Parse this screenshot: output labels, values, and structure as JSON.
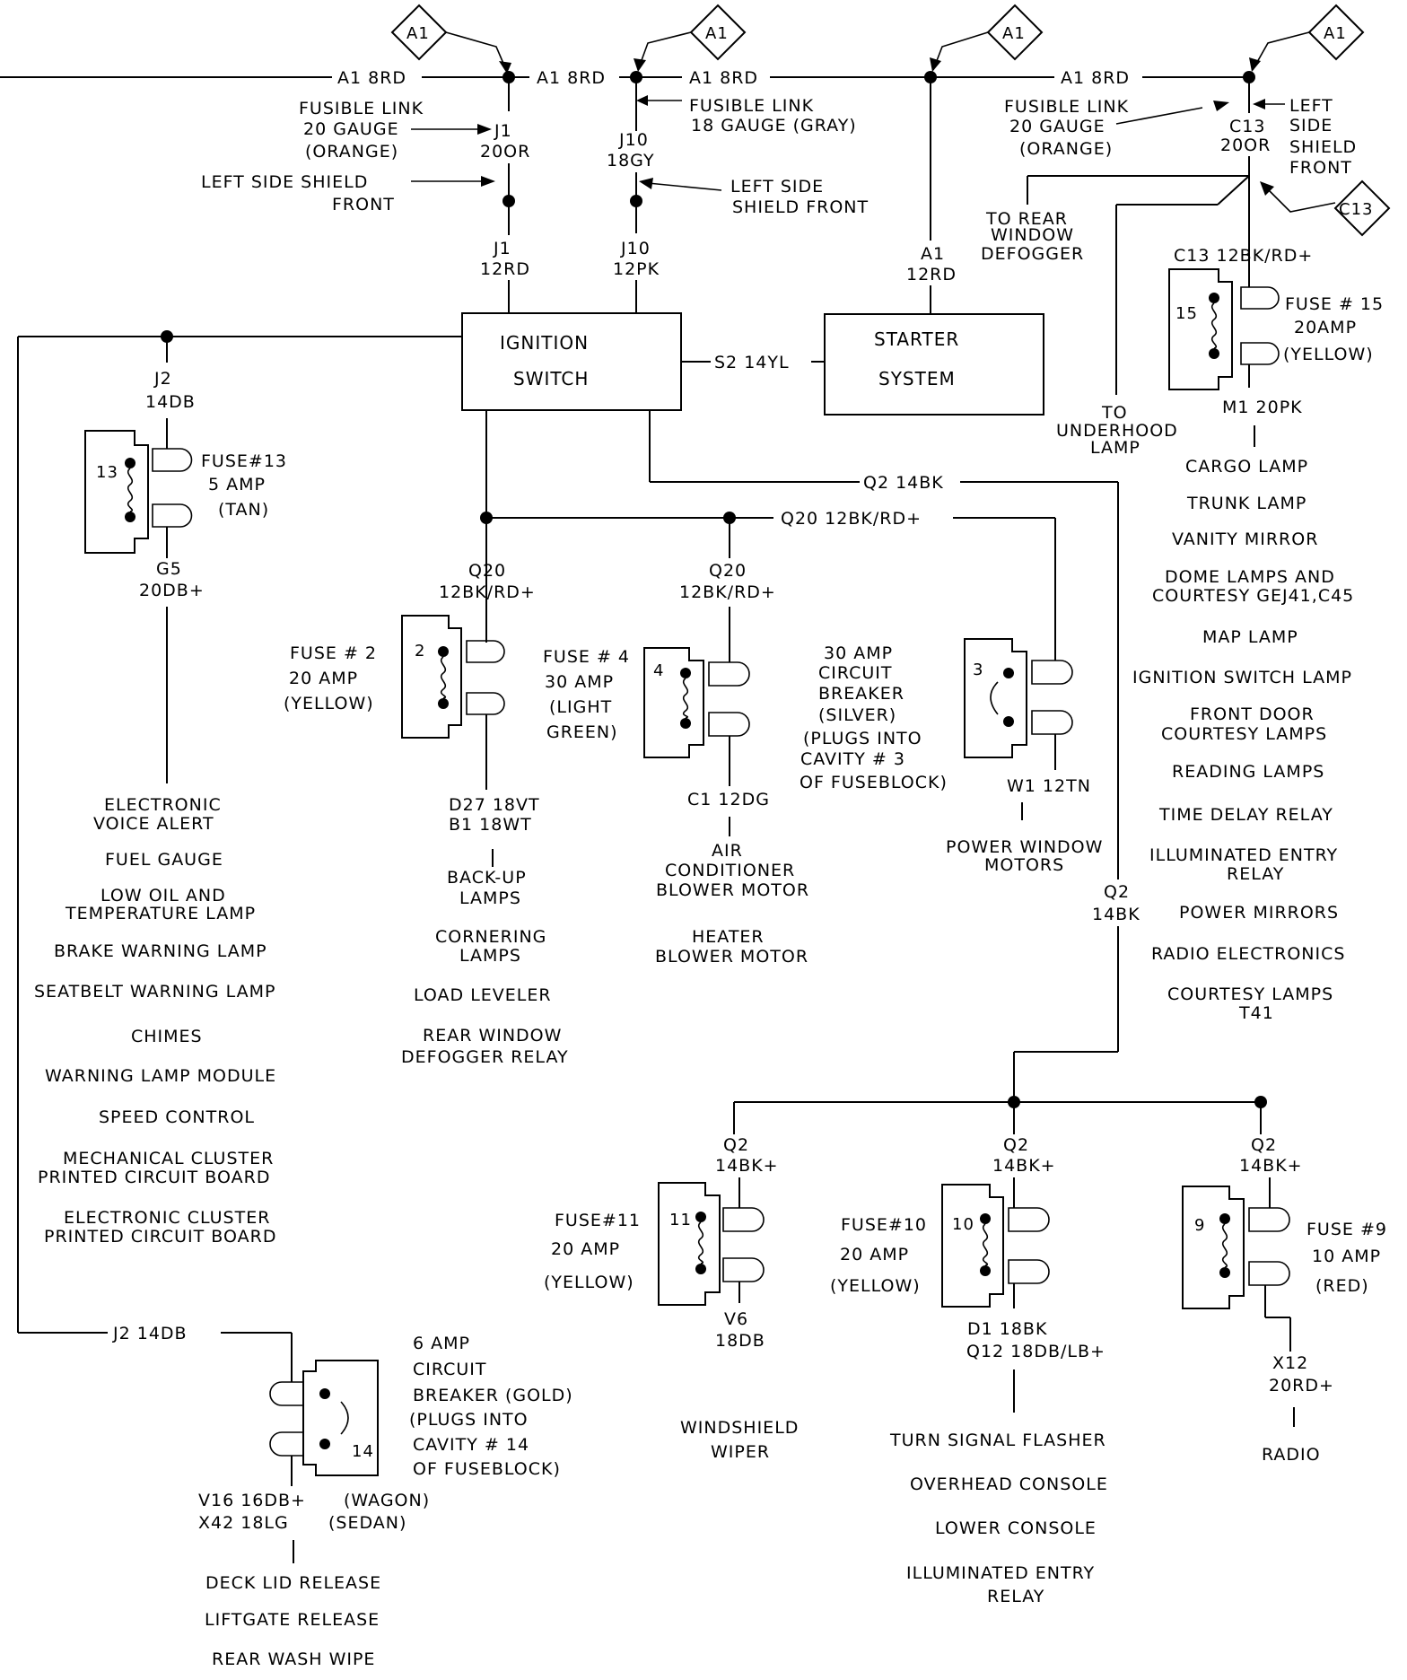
{
  "colors": {
    "ink": "#000000",
    "paper": "#ffffff"
  },
  "connector_ref": {
    "a1": "A1",
    "c13": "C13"
  },
  "top_bus": {
    "wire_segments": [
      "A1 8RD",
      "A1 8RD",
      "A1 8RD",
      "A1 8RD"
    ]
  },
  "fusible_links": {
    "left": {
      "line1": "FUSIBLE LINK",
      "line2": "20 GAUGE",
      "line3": "(ORANGE)",
      "code1": "J1",
      "code2": "20OR"
    },
    "left_shield": {
      "line1": "LEFT SIDE SHIELD",
      "line2": "FRONT"
    },
    "left_out": {
      "code1": "J1",
      "code2": "12RD"
    },
    "center": {
      "line1": "FUSIBLE LINK",
      "line2": "18 GAUGE (GRAY)",
      "code1": "J10",
      "code2": "18GY"
    },
    "center_shield": {
      "line1": "LEFT SIDE",
      "line2": "SHIELD FRONT"
    },
    "center_out": {
      "code1": "J10",
      "code2": "12PK"
    },
    "right": {
      "line1": "FUSIBLE LINK",
      "line2": "20 GAUGE",
      "line3": "(ORANGE)"
    },
    "right_code": {
      "code1": "C13",
      "code2": "20OR"
    },
    "right_shield": {
      "line1": "LEFT",
      "line2": "SIDE",
      "line3": "SHIELD",
      "line4": "FRONT"
    }
  },
  "starter_feed": {
    "code1": "A1",
    "code2": "12RD"
  },
  "rear_defogger_note": {
    "line1": "TO REAR",
    "line2": "WINDOW",
    "line3": "DEFOGGER"
  },
  "underhood_note": {
    "line1": "TO",
    "line2": "UNDERHOOD",
    "line3": "LAMP"
  },
  "ignition_switch": {
    "line1": "IGNITION",
    "line2": "SWITCH"
  },
  "starter_system": {
    "line1": "STARTER",
    "line2": "SYSTEM"
  },
  "s2_wire": "S2 14YL",
  "q2_wire_top": "Q2 14BK",
  "q20_wire_top": "Q20 12BK/RD+",
  "fuse15": {
    "cavity": "15",
    "feed": "C13 12BK/RD+",
    "line1": "FUSE # 15",
    "line2": "20AMP",
    "line3": "(YELLOW)",
    "out": "M1 20PK",
    "loads": [
      "CARGO LAMP",
      "TRUNK LAMP",
      "VANITY MIRROR",
      "DOME LAMPS AND",
      "COURTESY GEJ41,C45",
      "MAP LAMP",
      "IGNITION SWITCH LAMP",
      "FRONT DOOR",
      "COURTESY LAMPS",
      "READING LAMPS",
      "TIME DELAY RELAY",
      "ILLUMINATED ENTRY",
      "RELAY",
      "POWER MIRRORS",
      "RADIO ELECTRONICS",
      "COURTESY LAMPS",
      "T41"
    ]
  },
  "fuse13": {
    "cavity": "13",
    "feed1": "J2",
    "feed2": "14DB",
    "line1": "FUSE#13",
    "line2": "5 AMP",
    "line3": "(TAN)",
    "out1": "G5",
    "out2": "20DB+",
    "loads": [
      "ELECTRONIC",
      "VOICE ALERT",
      "FUEL GAUGE",
      "LOW OIL AND",
      "TEMPERATURE LAMP",
      "BRAKE WARNING LAMP",
      "SEATBELT WARNING LAMP",
      "CHIMES",
      "WARNING LAMP MODULE",
      "SPEED CONTROL",
      "MECHANICAL CLUSTER",
      "PRINTED CIRCUIT BOARD",
      "ELECTRONIC CLUSTER",
      "PRINTED CIRCUIT BOARD"
    ]
  },
  "fuse2": {
    "cavity": "2",
    "feed1": "Q20",
    "feed2": "12BK/RD+",
    "line1": "FUSE # 2",
    "line2": "20 AMP",
    "line3": "(YELLOW)",
    "out1": "D27 18VT",
    "out2": "B1 18WT",
    "loads": [
      "BACK-UP",
      "LAMPS",
      "CORNERING",
      "LAMPS",
      "LOAD LEVELER",
      "REAR WINDOW",
      "DEFOGGER RELAY"
    ]
  },
  "fuse4": {
    "cavity": "4",
    "feed1": "Q20",
    "feed2": "12BK/RD+",
    "line1": "FUSE # 4",
    "line2": "30 AMP",
    "line3": "(LIGHT",
    "line4": "GREEN)",
    "out1": "C1 12DG",
    "loads": [
      "AIR",
      "CONDITIONER",
      "BLOWER MOTOR",
      "HEATER",
      "BLOWER MOTOR"
    ]
  },
  "breaker3": {
    "cavity": "3",
    "line1": "30 AMP",
    "line2": "CIRCUIT",
    "line3": "BREAKER",
    "line4": "(SILVER)",
    "line5": "(PLUGS INTO",
    "line6": "CAVITY # 3",
    "line7": "OF FUSEBLOCK)",
    "out1": "W1 12TN",
    "loads": [
      "POWER WINDOW",
      "MOTORS"
    ]
  },
  "q2_drop": {
    "code1": "Q2",
    "code2": "14BK"
  },
  "fuse11": {
    "cavity": "11",
    "feed1": "Q2",
    "feed2": "14BK+",
    "line1": "FUSE#11",
    "line2": "20 AMP",
    "line3": "(YELLOW)",
    "out1": "V6",
    "out2": "18DB",
    "loads": [
      "WINDSHIELD",
      "WIPER"
    ]
  },
  "fuse10": {
    "cavity": "10",
    "feed1": "Q2",
    "feed2": "14BK+",
    "line1": "FUSE#10",
    "line2": "20 AMP",
    "line3": "(YELLOW)",
    "out1": "D1 18BK",
    "out2": "Q12 18DB/LB+",
    "loads": [
      "TURN SIGNAL FLASHER",
      "OVERHEAD CONSOLE",
      "LOWER CONSOLE",
      "ILLUMINATED ENTRY",
      "RELAY"
    ]
  },
  "fuse9": {
    "cavity": "9",
    "feed1": "Q2",
    "feed2": "14BK+",
    "line1": "FUSE #9",
    "line2": "10 AMP",
    "line3": "(RED)",
    "out1": "X12",
    "out2": "20RD+",
    "loads": [
      "RADIO"
    ]
  },
  "breaker14": {
    "cavity": "14",
    "feed": "J2 14DB",
    "line1": "6 AMP",
    "line2": "CIRCUIT",
    "line3": "BREAKER (GOLD)",
    "line4": "(PLUGS INTO",
    "line5": "CAVITY # 14",
    "line6": "OF FUSEBLOCK)",
    "out1": "V16 16DB+",
    "out1_note": "(WAGON)",
    "out2": "X42 18LG",
    "out2_note": "(SEDAN)",
    "loads": [
      "DECK LID RELEASE",
      "LIFTGATE RELEASE",
      "REAR WASH WIPE"
    ]
  }
}
